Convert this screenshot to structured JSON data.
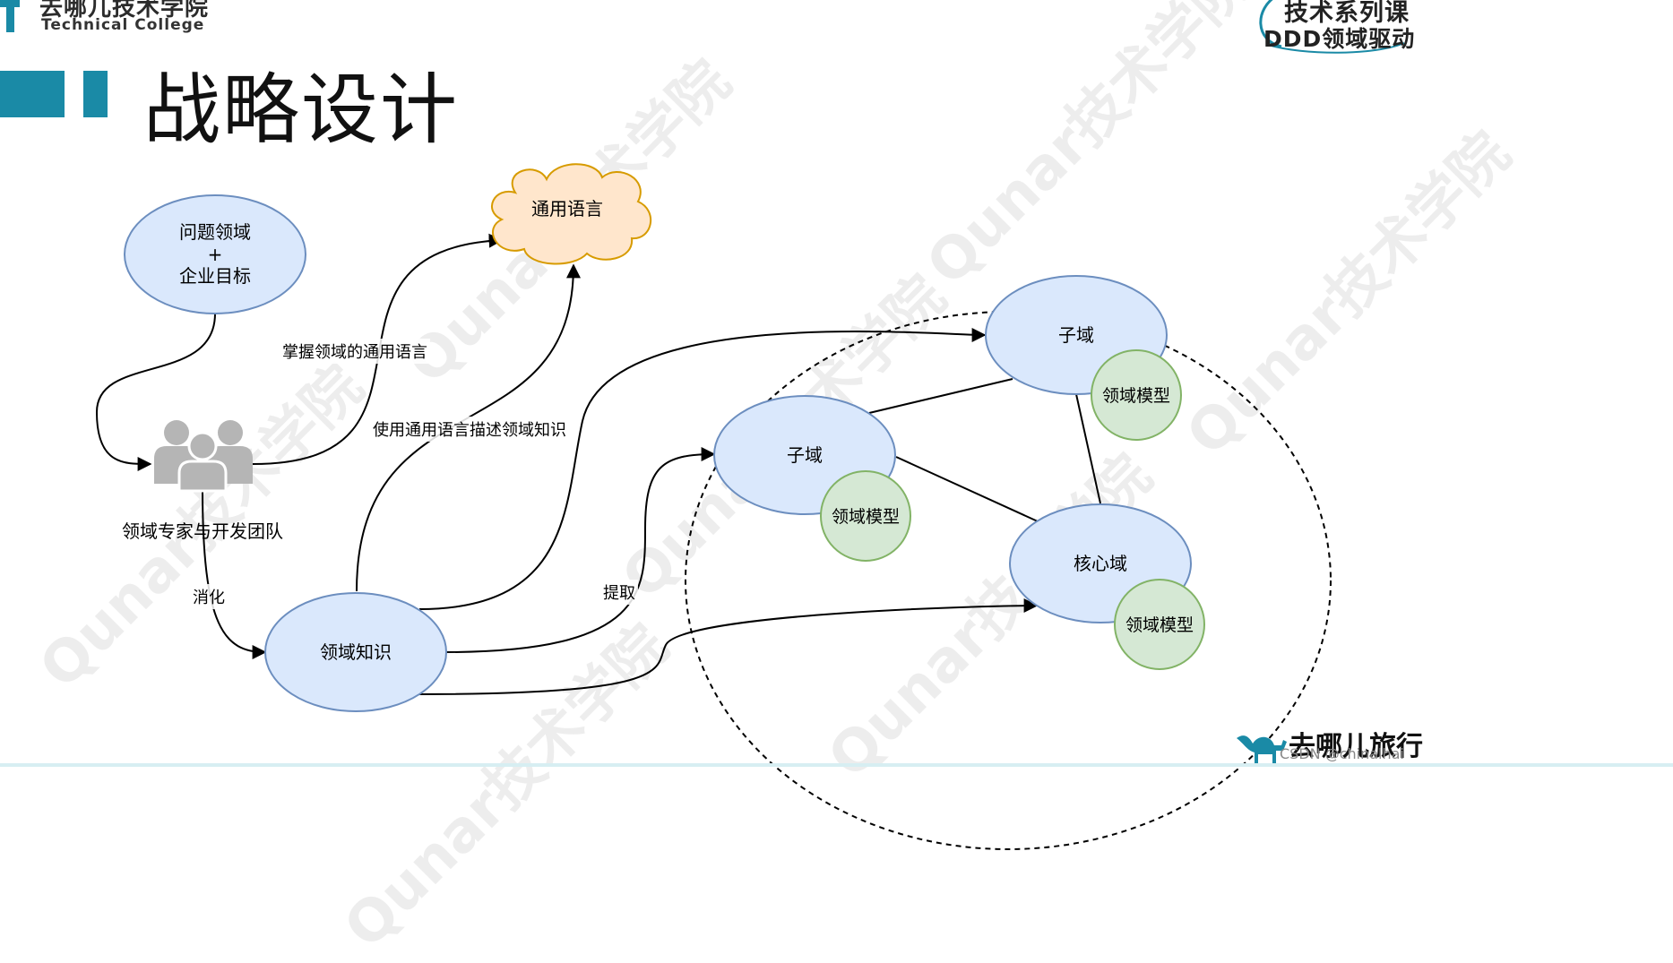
{
  "header": {
    "logo_cn": "去哪儿技术学院",
    "logo_en": "Technical College",
    "title": "战略设计",
    "series_line1": "技术系列课",
    "series_line2": "DDD领域驱动"
  },
  "diagram": {
    "nodes": {
      "problem_domain_line1": "问题领域",
      "problem_domain_plus": "+",
      "problem_domain_line2": "企业目标",
      "ubiquitous_language": "通用语言",
      "team": "领域专家与开发团队",
      "domain_knowledge": "领域知识",
      "subdomain_left": "子域",
      "subdomain_right": "子域",
      "core_domain": "核心域",
      "model_left": "领域模型",
      "model_right": "领域模型",
      "model_core": "领域模型"
    },
    "edge_labels": {
      "master_language": "掌握领域的通用语言",
      "describe_knowledge": "使用通用语言描述领域知识",
      "digest": "消化",
      "extract": "提取"
    }
  },
  "watermark": "Qunar技术学院",
  "footer": {
    "brand": "去哪儿旅行",
    "credit": "CSDN @chinalhai"
  },
  "colors": {
    "accent": "#1a8aa6",
    "domain_fill": "#dae8fc",
    "domain_stroke": "#6c8ebf",
    "model_fill": "#d5e8d4",
    "model_stroke": "#82b366",
    "cloud_fill": "#ffe6cc",
    "cloud_stroke": "#d79b00"
  }
}
